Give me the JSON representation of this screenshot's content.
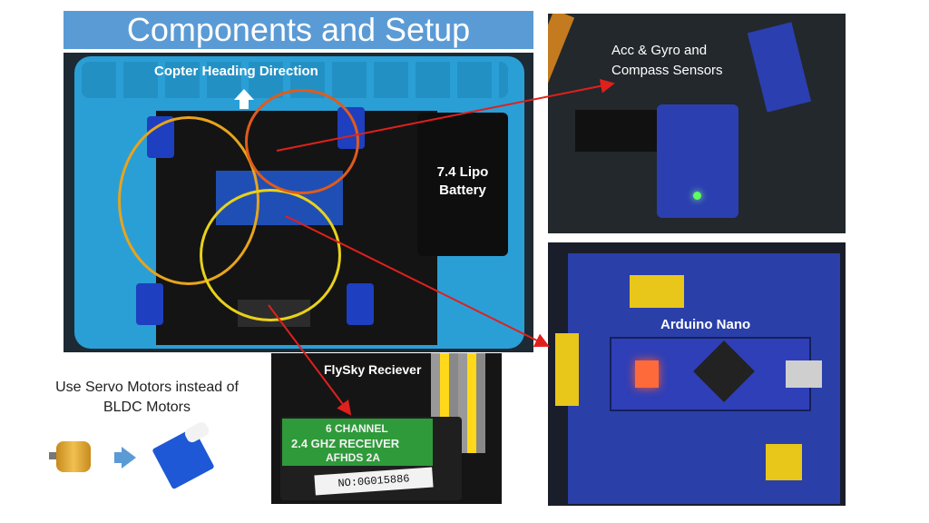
{
  "slide": {
    "title": "Components and Setup"
  },
  "main_photo": {
    "heading_label": "Copter Heading Direction",
    "battery_label": "7.4 Lipo\nBattery"
  },
  "sensor_photo": {
    "label": "Acc & Gyro and\nCompass Sensors"
  },
  "arduino_photo": {
    "label": "Arduino Nano"
  },
  "flysky_photo": {
    "label": "FlySky Reciever",
    "print_channel": "6 CHANNEL",
    "print_ghz": "2.4 GHZ RECEIVER",
    "print_model": "AFHDS 2A",
    "serial": "NO:0G015886"
  },
  "caption": {
    "text": "Use Servo Motors instead of\nBLDC Motors"
  },
  "colors": {
    "title_bg": "#5b9bd5",
    "callout_arrow": "#e0201c",
    "mat_blue": "#2a9fd6"
  },
  "icons": {
    "heading": "up-arrow-icon",
    "swap": "right-arrow-icon"
  }
}
